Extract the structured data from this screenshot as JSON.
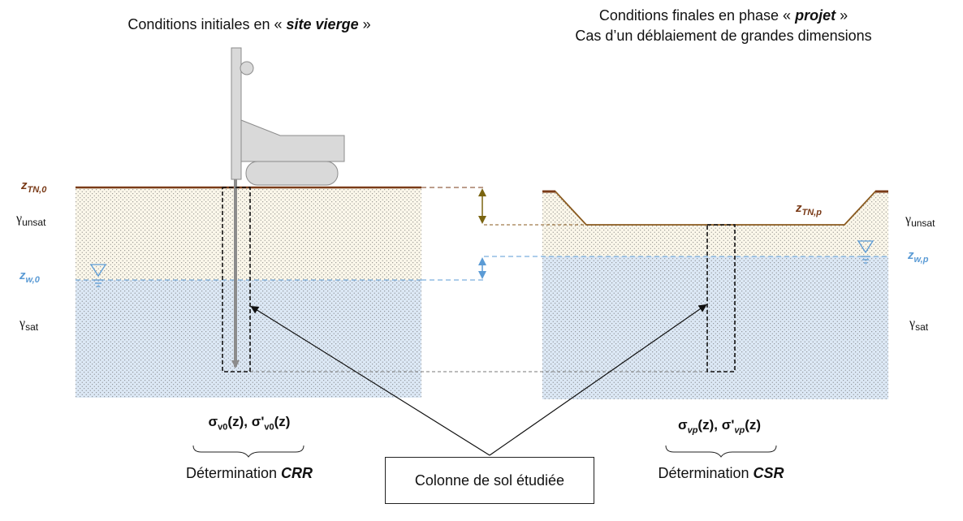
{
  "titles": {
    "left_prefix": "Conditions initiales en « ",
    "left_em": "site vierge",
    "left_suffix": " »",
    "right_line1_prefix": "Conditions finales en phase « ",
    "right_line1_em": "projet",
    "right_line1_suffix": " »",
    "right_line2": "Cas d’un déblaiement de grandes dimensions"
  },
  "left_profile": {
    "ground_label": {
      "sym": "z",
      "sub": "TN,0"
    },
    "water_label": {
      "sym": "z",
      "sub": "w,0"
    },
    "gamma_unsat": {
      "sym": "γ",
      "sub": "unsat"
    },
    "gamma_sat": {
      "sym": "γ",
      "sub": "sat"
    },
    "stress": {
      "s1": "σ",
      "s1sub": "v0",
      "mid": "(z), σ'",
      "s2sub": "v0",
      "end": "(z)"
    },
    "determination": {
      "prefix": "Détermination ",
      "key": "CRR"
    }
  },
  "right_profile": {
    "ground_label": {
      "sym": "z",
      "sub": "TN,p"
    },
    "water_label": {
      "sym": "z",
      "sub": "w,p"
    },
    "gamma_unsat": {
      "sym": "γ",
      "sub": "unsat"
    },
    "gamma_sat": {
      "sym": "γ",
      "sub": "sat"
    },
    "stress": {
      "s1": "σ",
      "s1sub": "vp",
      "mid": "(z), σ'",
      "s2sub": "vp",
      "end": "(z)"
    },
    "determination": {
      "prefix": "Détermination ",
      "key": "CSR"
    }
  },
  "callout": "Colonne de sol étudiée",
  "colors": {
    "ground_left": "#7a3b18",
    "ground_right": "#8a5a1e",
    "water_label": "#5b9bd5",
    "water_fill": "#dce8f5",
    "unsat_fill": "#fbf7ea",
    "offset_arrow_top": "#7a6410",
    "offset_arrow_bottom": "#5b9bd5",
    "rig": "#d9d9d9",
    "rig_stroke": "#8c8c8c"
  },
  "icons": [
    "water-table-icon",
    "drilling-rig-icon",
    "curly-brace-icon",
    "arrow-icon"
  ]
}
